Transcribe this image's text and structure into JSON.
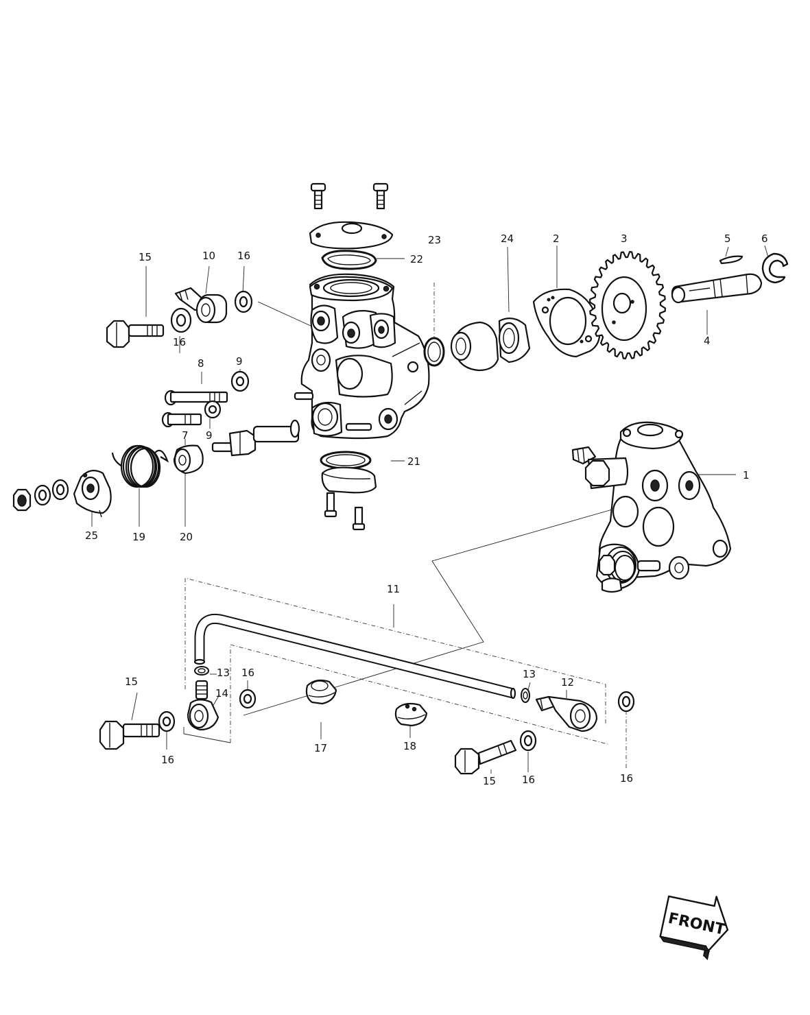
{
  "callouts": [
    {
      "id": "c1",
      "text": "1"
    },
    {
      "id": "c2",
      "text": "2"
    },
    {
      "id": "c3",
      "text": "3"
    },
    {
      "id": "c4",
      "text": "4"
    },
    {
      "id": "c5",
      "text": "5"
    },
    {
      "id": "c6",
      "text": "6"
    },
    {
      "id": "c7",
      "text": "7"
    },
    {
      "id": "c8",
      "text": "8"
    },
    {
      "id": "c9a",
      "text": "9"
    },
    {
      "id": "c9b",
      "text": "9"
    },
    {
      "id": "c10",
      "text": "10"
    },
    {
      "id": "c11",
      "text": "11"
    },
    {
      "id": "c12",
      "text": "12"
    },
    {
      "id": "c13a",
      "text": "13"
    },
    {
      "id": "c13b",
      "text": "13"
    },
    {
      "id": "c14",
      "text": "14"
    },
    {
      "id": "c15a",
      "text": "15"
    },
    {
      "id": "c15b",
      "text": "15"
    },
    {
      "id": "c15c",
      "text": "15"
    },
    {
      "id": "c16a",
      "text": "16"
    },
    {
      "id": "c16b",
      "text": "16"
    },
    {
      "id": "c16c",
      "text": "16"
    },
    {
      "id": "c16d",
      "text": "16"
    },
    {
      "id": "c16e",
      "text": "16"
    },
    {
      "id": "c16f",
      "text": "16"
    },
    {
      "id": "c17",
      "text": "17"
    },
    {
      "id": "c18",
      "text": "18"
    },
    {
      "id": "c19",
      "text": "19"
    },
    {
      "id": "c20",
      "text": "20"
    },
    {
      "id": "c21",
      "text": "21"
    },
    {
      "id": "c22",
      "text": "22"
    },
    {
      "id": "c23",
      "text": "23"
    },
    {
      "id": "c24",
      "text": "24"
    },
    {
      "id": "c25",
      "text": "25"
    }
  ],
  "front_label": "FRONT",
  "icons": {
    "front_arrow": "front-arrow-icon"
  }
}
